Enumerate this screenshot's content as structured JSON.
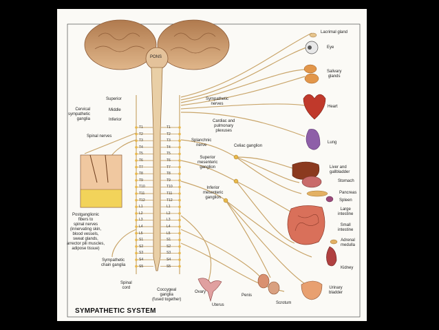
{
  "title": "SYMPATHETIC SYSTEM",
  "brain_labels": {
    "pons": "PONS"
  },
  "left_labels": {
    "cervical": "Cervical\nsympathetic\nganglia",
    "superior": "Superior",
    "middle": "Middle",
    "inferior": "Inferior",
    "spinal_nerves": "Spinal nerves",
    "postganglionic": "Postganglionic\nfibers to\nspinal nerves\n(innervating skin,\nblood vessels,\nsweat glands,\narrector pili muscles,\nadipose tissue)",
    "chain_ganglia": "Sympathetic\nchain ganglia",
    "spinal_cord": "Spinal\ncord",
    "coccygeal": "Coccygeal\nganglia\n(fused together)"
  },
  "center_labels": {
    "sympathetic_nerves": "Sympathetic\nnerves",
    "cardiac": "Cardiac and\npulmonary\nplexuses",
    "splanchnic": "Splanchnic\nnerve",
    "celiac": "Celiac ganglion",
    "superior_mesenteric": "Superior\nmesenteric\nganglion",
    "inferior_mesenteric": "Inferior\nmesenteric\nganglion"
  },
  "organ_labels": {
    "lacrimal": "Lacrimal gland",
    "eye": "Eye",
    "salivary": "Salivary\nglands",
    "heart": "Heart",
    "lung": "Lung",
    "liver": "Liver and\ngallbladder",
    "stomach": "Stomach",
    "pancreas": "Pancreas",
    "spleen": "Spleen",
    "large_intestine": "Large\nintestine",
    "small_intestine": "Small\nintestine",
    "adrenal": "Adrenal\nmedulla",
    "kidney": "Kidney",
    "urinary_bladder": "Urinary\nbladder",
    "ovary": "Ovary",
    "uterus": "Uterus",
    "penis": "Penis",
    "scrotum": "Scrotum"
  },
  "segments": {
    "left": [
      "T1",
      "T2",
      "T3",
      "T4",
      "T5",
      "T6",
      "T7",
      "T8",
      "T9",
      "T10",
      "T11",
      "T12",
      "L1",
      "L2",
      "L3",
      "L4",
      "L5",
      "S1",
      "S2",
      "S3",
      "S4",
      "S5"
    ],
    "right": [
      "T1",
      "T2",
      "T3",
      "T4",
      "T5",
      "T6",
      "T7",
      "T8",
      "T9",
      "T10",
      "T11",
      "T12",
      "L1",
      "L2",
      "L3",
      "L4",
      "L5",
      "S1",
      "S2",
      "S3",
      "S4",
      "S5"
    ]
  },
  "colors": {
    "nerve": "#c9a56a",
    "brain": "#cfa070",
    "heart": "#c0392b",
    "lung": "#8e5fa8",
    "liver": "#8b3a1f",
    "intestine": "#d9705a",
    "ganglion": "#e8b84a"
  }
}
